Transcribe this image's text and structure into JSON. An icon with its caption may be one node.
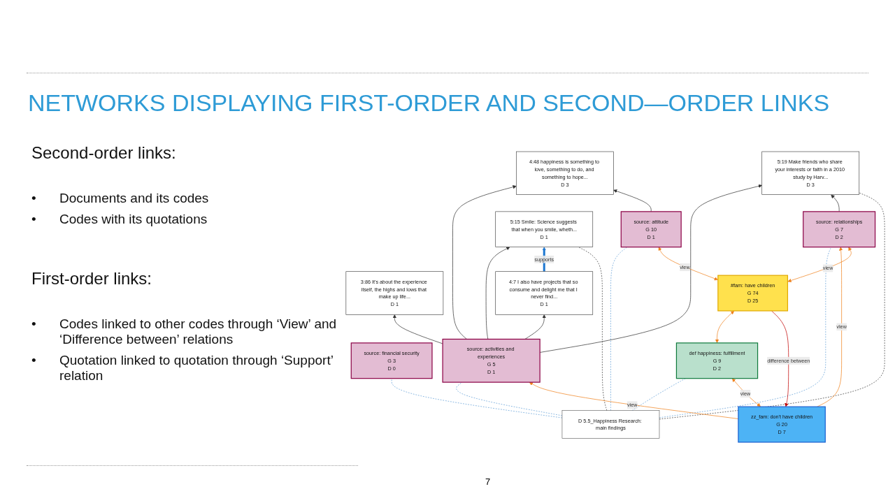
{
  "diagram": {
    "title": "NETWORKS DISPLAYING FIRST-ORDER AND SECOND—ORDER LINKS",
    "nodes": [
      {
        "text": [
          "4:48 happiness is something to love, something to do, and something to hope...",
          "D 3"
        ]
      },
      {
        "text": [
          "3:86 It's about the experience itself, the highs and lows that make up life...",
          "D 1"
        ]
      },
      {
        "text": [
          "source: activities and experiences",
          "G 5",
          "D 1"
        ]
      },
      {
        "text": [
          "5:19 Make friends who share your interests or faith in a 2010 study by Harv...",
          "D 3"
        ]
      },
      {
        "text": [
          "zz_fam: don't have children",
          "G 20",
          "D 7"
        ]
      },
      {
        "text": [
          "source: relationships",
          "G 7",
          "D 2"
        ]
      },
      {
        "text": [
          "D 5.5_Happiness Research: main findings"
        ]
      },
      {
        "text": [
          "5:15 Smile: Science suggests that when you smile, wheth...",
          "D 1"
        ]
      },
      {
        "text": [
          "source: attitude",
          "G 10",
          "D 1"
        ]
      },
      {
        "text": [
          "4:7 I also have projects that so consume and delight me that I never find...",
          "D 1"
        ]
      },
      {
        "text": [
          "source: financial security",
          "G 3",
          "D 0"
        ]
      },
      {
        "text": [
          "def happiness: fulfillment",
          "G 9",
          "D 2"
        ]
      },
      {
        "text": [
          "#fam: have children",
          "G 74",
          "D 25"
        ]
      }
    ],
    "edges": [
      {
        "from": 2,
        "to": 0,
        "arrow": "to"
      },
      {
        "from": 2,
        "to": 1,
        "arrow": "to"
      },
      {
        "from": 2,
        "to": 3,
        "arrow": "to"
      },
      {
        "from": 5,
        "to": 3,
        "arrow": "to"
      },
      {
        "from": 2,
        "to": 9,
        "arrow": "to"
      },
      {
        "from": 2,
        "to": 7,
        "arrow": "to"
      },
      {
        "from": 8,
        "to": 0,
        "arrow": "to"
      },
      {
        "from": 9,
        "to": 7,
        "arrow": "to",
        "label": "supports",
        "color": "#1f78d1",
        "style": "thick"
      },
      {
        "from": 6,
        "to": 2,
        "arrow": "none",
        "style": "dashed",
        "color": "#5b9bd5"
      },
      {
        "from": 6,
        "to": 5,
        "arrow": "none",
        "style": "dashed",
        "color": "#5b9bd5"
      },
      {
        "from": 6,
        "to": 8,
        "arrow": "none",
        "style": "dashed",
        "color": "#5b9bd5"
      },
      {
        "from": 6,
        "to": 10,
        "arrow": "none",
        "style": "dashed",
        "color": "#5b9bd5"
      },
      {
        "from": 6,
        "to": 11,
        "arrow": "none",
        "style": "dashed",
        "color": "#5b9bd5"
      },
      {
        "from": 6,
        "to": 7,
        "arrow": "none",
        "style": "dashed"
      },
      {
        "from": 6,
        "to": 3,
        "arrow": "none",
        "style": "dashed"
      },
      {
        "from": 4,
        "to": 2,
        "arrow": "to",
        "label": "view",
        "color": "#f0821e"
      },
      {
        "from": 4,
        "to": 5,
        "arrow": "to",
        "label": "view",
        "color": "#f0821e"
      },
      {
        "from": 12,
        "to": 5,
        "arrow": "both",
        "label": "view",
        "color": "#f0821e"
      },
      {
        "from": 12,
        "to": 4,
        "arrow": "to",
        "label": "difference between",
        "color": "#c00000"
      },
      {
        "from": 12,
        "to": 8,
        "arrow": "both",
        "label": "view",
        "color": "#f0821e"
      },
      {
        "from": 4,
        "to": 11,
        "arrow": "both",
        "label": "view",
        "color": "#f0821e"
      },
      {
        "from": 11,
        "to": 12,
        "arrow": "both",
        "color": "#f0821e"
      }
    ],
    "labels": [
      "Second-order links:",
      "•",
      "Documents and its codes",
      "•",
      "Codes with its quotations",
      "First-order links:",
      "•",
      "Codes linked to other codes through ‘View’ and ‘Difference between’ relations",
      "•",
      "Quotation linked to quotation through ‘Support’ relation",
      "7"
    ]
  }
}
